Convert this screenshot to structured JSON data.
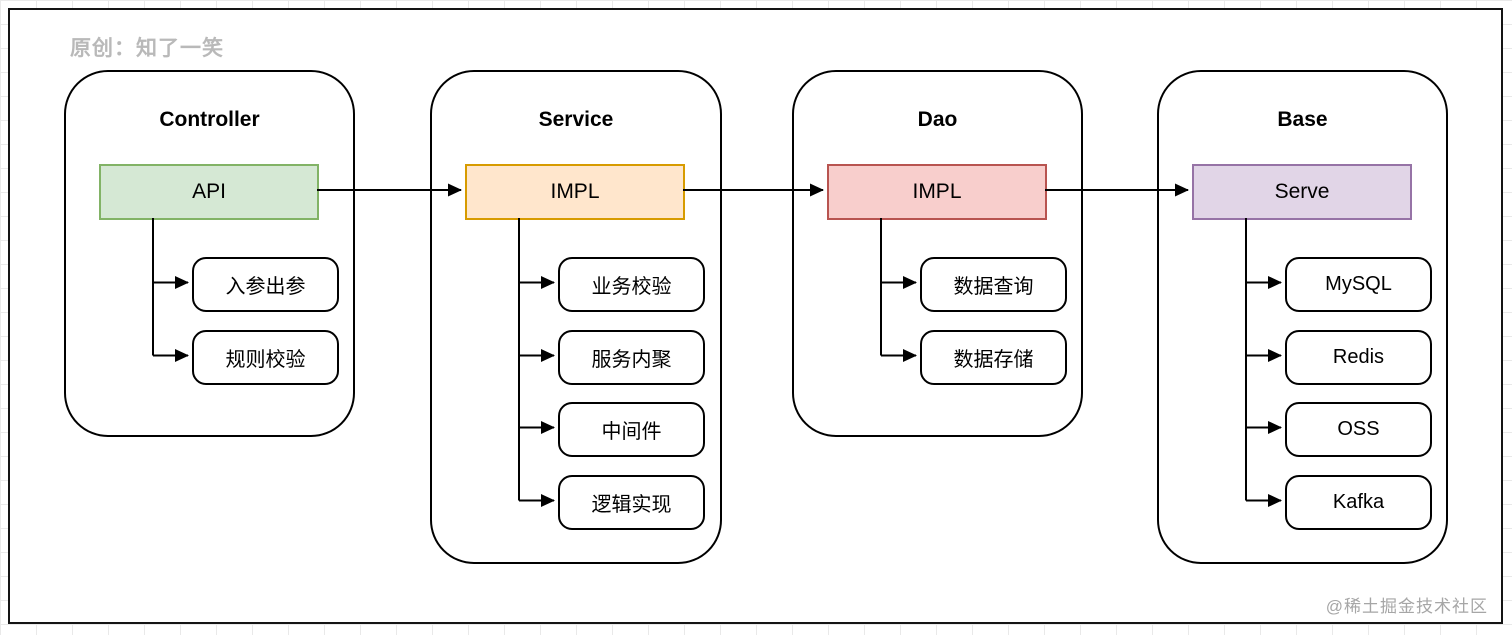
{
  "byline": "原创：知了一笑",
  "watermark": "@稀土掘金技术社区",
  "diagram": {
    "line_color": "#000000",
    "flow": [
      "Controller.API → Service.IMPL",
      "Service.IMPL → Dao.IMPL",
      "Dao.IMPL → Base.Serve"
    ],
    "columns": [
      {
        "title": "Controller",
        "main": {
          "label": "API",
          "fill": "#d5e8d4",
          "border": "#82b366"
        },
        "children": [
          {
            "label": "入参出参"
          },
          {
            "label": "规则校验"
          }
        ]
      },
      {
        "title": "Service",
        "main": {
          "label": "IMPL",
          "fill": "#ffe6cc",
          "border": "#d79b00"
        },
        "children": [
          {
            "label": "业务校验"
          },
          {
            "label": "服务内聚"
          },
          {
            "label": "中间件"
          },
          {
            "label": "逻辑实现"
          }
        ]
      },
      {
        "title": "Dao",
        "main": {
          "label": "IMPL",
          "fill": "#f8cecc",
          "border": "#b85450"
        },
        "children": [
          {
            "label": "数据查询"
          },
          {
            "label": "数据存储"
          }
        ]
      },
      {
        "title": "Base",
        "main": {
          "label": "Serve",
          "fill": "#e1d5e7",
          "border": "#9673a6"
        },
        "children": [
          {
            "label": "MySQL"
          },
          {
            "label": "Redis"
          },
          {
            "label": "OSS"
          },
          {
            "label": "Kafka"
          }
        ]
      }
    ]
  }
}
